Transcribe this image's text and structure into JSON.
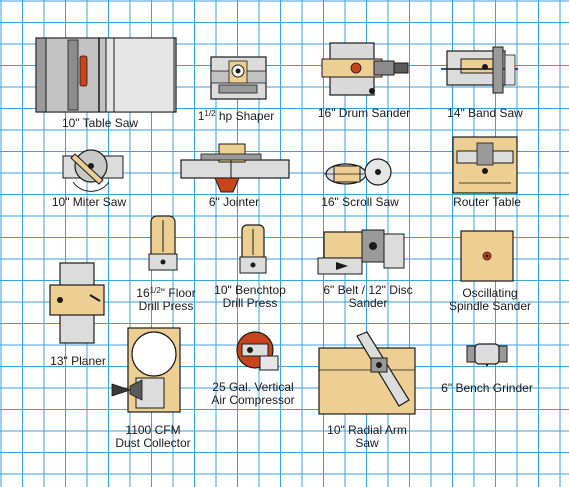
{
  "colors": {
    "grid_line": "#3aa2dd",
    "background": "#ffffff",
    "outline": "#1a1a1a",
    "machine_gray": "#c8c8c8",
    "machine_dark": "#7a7a7a",
    "wood": "#eecf93",
    "accent_red": "#c8451b"
  },
  "tools": [
    {
      "id": "table-saw",
      "lines": [
        "10\" Table Saw"
      ]
    },
    {
      "id": "shaper",
      "lines": [
        "1",
        "1/2",
        " hp Shaper"
      ]
    },
    {
      "id": "drum-sander",
      "lines": [
        "16\" Drum Sander"
      ]
    },
    {
      "id": "band-saw",
      "lines": [
        "14\" Band Saw"
      ]
    },
    {
      "id": "miter-saw",
      "lines": [
        "10\" Miter Saw"
      ]
    },
    {
      "id": "jointer",
      "lines": [
        "6\" Jointer"
      ]
    },
    {
      "id": "scroll-saw",
      "lines": [
        "16\" Scroll Saw"
      ]
    },
    {
      "id": "router-table",
      "lines": [
        "Router Table"
      ]
    },
    {
      "id": "floor-drill-press",
      "lines": [
        "16",
        "1/2",
        "\" Floor",
        "Drill Press"
      ]
    },
    {
      "id": "benchtop-drill-press",
      "lines": [
        "10\" Benchtop",
        "Drill Press"
      ]
    },
    {
      "id": "belt-disc-sander",
      "lines": [
        "6\" Belt / 12\" Disc",
        "Sander"
      ]
    },
    {
      "id": "spindle-sander",
      "lines": [
        "Oscillating",
        "Spindle Sander"
      ]
    },
    {
      "id": "planer",
      "lines": [
        "13\" Planer"
      ]
    },
    {
      "id": "air-compressor",
      "lines": [
        "25 Gal. Vertical",
        "Air Compressor"
      ]
    },
    {
      "id": "bench-grinder",
      "lines": [
        "6\" Bench Grinder"
      ]
    },
    {
      "id": "dust-collector",
      "lines": [
        "1100 CFM",
        "Dust Collector"
      ]
    },
    {
      "id": "radial-arm-saw",
      "lines": [
        "10\" Radial Arm",
        "Saw"
      ]
    }
  ]
}
